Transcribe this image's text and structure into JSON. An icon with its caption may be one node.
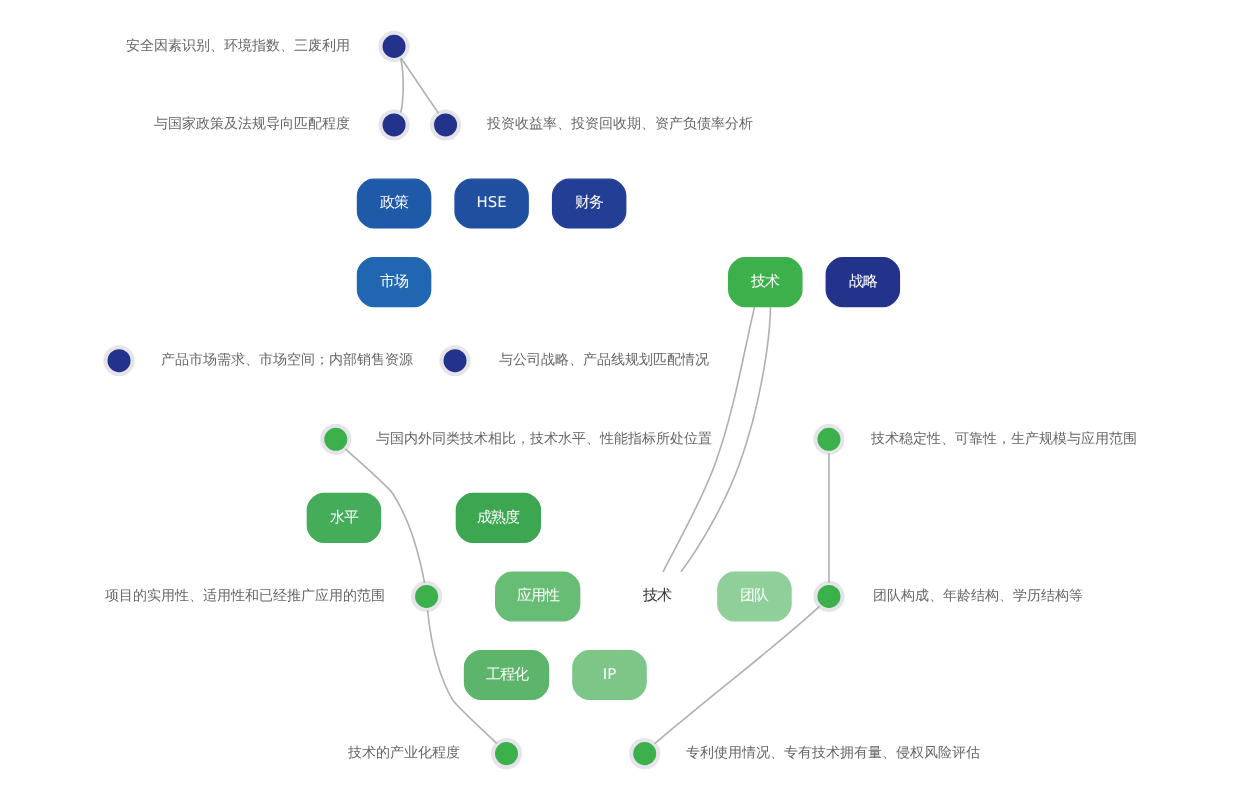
{
  "diagram": {
    "nodes": [
      {
        "text": [],
        "shape": "circle",
        "beside": [
          "安全因素识别、环境指数、三废利用"
        ]
      },
      {
        "text": [],
        "shape": "circle",
        "beside": [
          "与国家政策及法规导向匹配程度"
        ]
      },
      {
        "text": [],
        "shape": "circle",
        "beside": [
          "投资收益率、投资回收期、资产负债率分析"
        ]
      },
      {
        "text": [
          "HSE"
        ]
      },
      {
        "text": [
          "政策"
        ]
      },
      {
        "text": [
          "财务"
        ]
      },
      {
        "text": [
          "市场"
        ]
      },
      {
        "text": [
          "战略"
        ]
      },
      {
        "text": [
          "技术"
        ]
      },
      {
        "text": [],
        "shape": "circle",
        "beside": [
          "产品市场需求、市场空间；内部销售资源"
        ]
      },
      {
        "text": [],
        "shape": "circle",
        "beside": [
          "与公司战略、产品线规划匹配情况"
        ]
      },
      {
        "text": [],
        "shape": "circle",
        "beside": [
          "与国内外同类技术相比，技术水平、性能指标所处位置"
        ]
      },
      {
        "text": [],
        "shape": "circle",
        "beside": [
          "技术稳定性、可靠性，生产规模与应用范围"
        ]
      },
      {
        "text": [
          "水平"
        ]
      },
      {
        "text": [
          "成熟度"
        ]
      },
      {
        "text": [],
        "shape": "circle",
        "beside": [
          "项目的实用性、适用性和已经推广应用的范围"
        ]
      },
      {
        "text": [
          "应用性"
        ]
      },
      {
        "text": [
          "技术"
        ]
      },
      {
        "text": [
          "团队"
        ]
      },
      {
        "text": [],
        "shape": "circle",
        "beside": [
          "团队构成、年龄结构、学历结构等"
        ]
      },
      {
        "text": [
          "工程化"
        ]
      },
      {
        "text": [
          "IP"
        ]
      },
      {
        "text": [],
        "shape": "circle",
        "beside": [
          "技术的产业化程度"
        ]
      },
      {
        "text": [],
        "shape": "circle",
        "beside": [
          "专利使用情况、专有技术拥有量、侵权风险评估"
        ]
      }
    ],
    "edges": [
      {
        "from": 1,
        "to": 0,
        "arrow": "none"
      },
      {
        "from": 0,
        "to": 2,
        "arrow": "none"
      },
      {
        "from": 8,
        "to": 17,
        "arrow": "none"
      },
      {
        "from": 8,
        "to": 17,
        "arrow": "none"
      },
      {
        "from": 11,
        "to": 15,
        "arrow": "none"
      },
      {
        "from": 15,
        "to": 22,
        "arrow": "none"
      },
      {
        "from": 12,
        "to": 19,
        "arrow": "none"
      },
      {
        "from": 19,
        "to": 23,
        "arrow": "none"
      }
    ]
  }
}
